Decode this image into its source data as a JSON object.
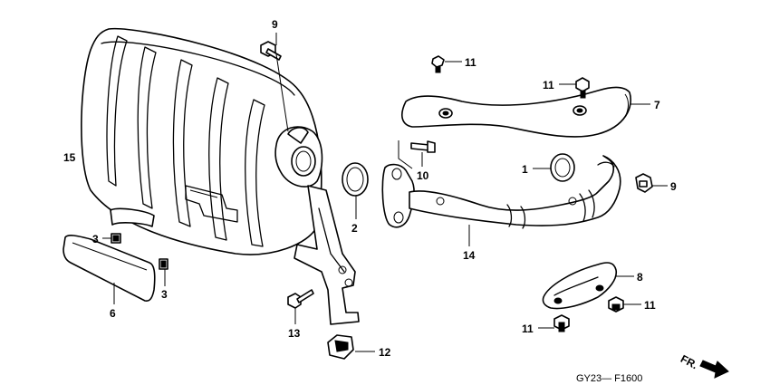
{
  "callouts": {
    "c1": "1",
    "c2": "2",
    "c3a": "3",
    "c3b": "3",
    "c6": "6",
    "c7": "7",
    "c8": "8",
    "c9a": "9",
    "c9b": "9",
    "c10": "10",
    "c11a": "11",
    "c11b": "11",
    "c11c": "11",
    "c11d": "11",
    "c12": "12",
    "c13": "13",
    "c14": "14",
    "c15": "15"
  },
  "direction_label": "FR.",
  "diagram_code": "GY23— F1600"
}
